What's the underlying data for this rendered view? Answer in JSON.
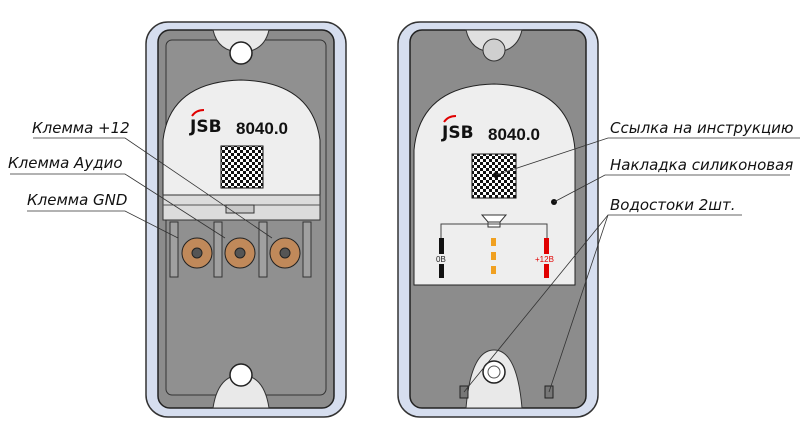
{
  "left_device": {
    "brand": "JSB",
    "model": "8040.0",
    "callouts": [
      "Клемма +12",
      "Клемма Аудио",
      "Клемма GND"
    ]
  },
  "right_device": {
    "brand": "JSB",
    "model": "8040.0",
    "wire_labels": {
      "gnd": "0B",
      "plus": "+12B"
    },
    "callouts": [
      "Ссылка на инструкцию",
      "Накладка силиконовая",
      "Водостоки 2шт."
    ]
  },
  "colors": {
    "frame": "#d6deef",
    "body": "#8c8c8c",
    "panel": "#eeeeee",
    "terminal": "#c0895a",
    "red": "#e00000",
    "orange": "#f0a020"
  }
}
